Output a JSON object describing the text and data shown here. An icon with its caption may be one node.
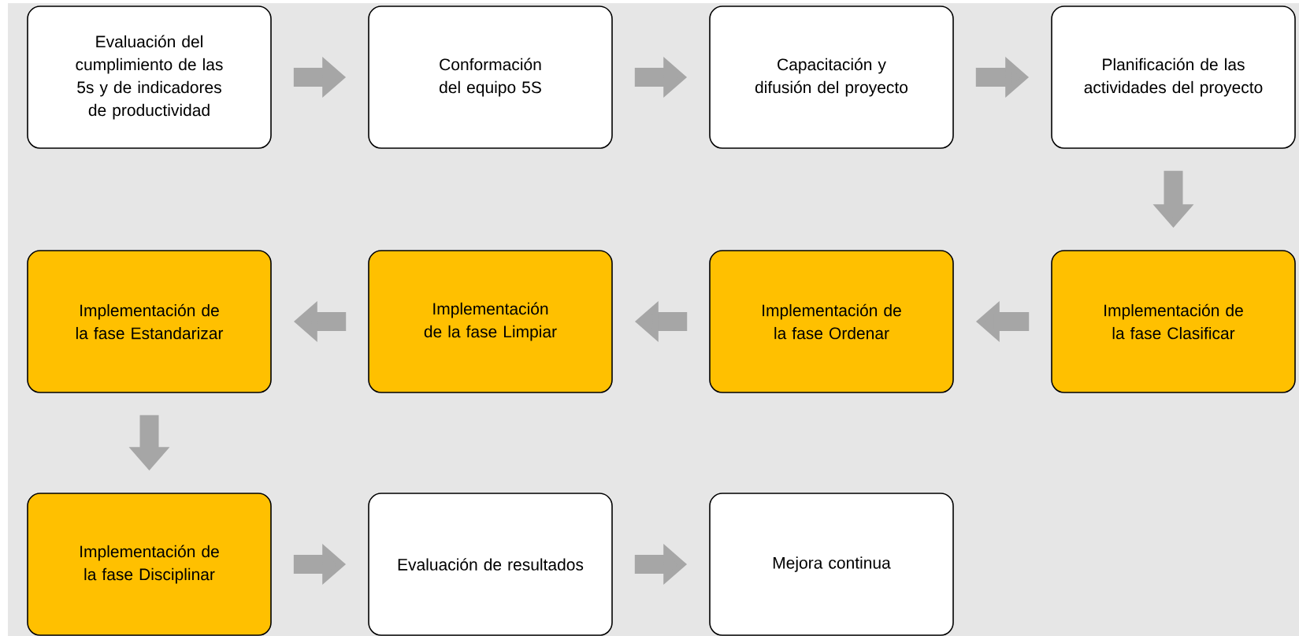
{
  "diagram": {
    "nodes": [
      {
        "text": [
          "Evaluación del cumplimiento de las 5s y de indicadores de productividad"
        ]
      },
      {
        "text": [
          "Conformación del equipo 5S"
        ]
      },
      {
        "text": [
          "Capacitación y difusión del proyecto"
        ]
      },
      {
        "text": [
          "Planificación de las actividades del proyecto"
        ]
      },
      {
        "text": [
          "Implementación de la fase Estandarizar"
        ]
      },
      {
        "text": [
          "Implementación de la fase Limpiar"
        ]
      },
      {
        "text": [
          "Implementación de la fase Ordenar"
        ]
      },
      {
        "text": [
          "Implementación de la fase Clasificar"
        ]
      },
      {
        "text": [
          "Implementación de la fase Disciplinar"
        ]
      },
      {
        "text": [
          "Evaluación de resultados"
        ]
      },
      {
        "text": [
          "Mejora continua"
        ]
      }
    ],
    "edges": [
      {
        "from": 0,
        "to": 1,
        "arrow": "to"
      },
      {
        "from": 1,
        "to": 2,
        "arrow": "to"
      },
      {
        "from": 2,
        "to": 3,
        "arrow": "to"
      },
      {
        "from": 3,
        "to": 7,
        "arrow": "to"
      },
      {
        "from": 7,
        "to": 6,
        "arrow": "to"
      },
      {
        "from": 6,
        "to": 5,
        "arrow": "to"
      },
      {
        "from": 5,
        "to": 4,
        "arrow": "to"
      },
      {
        "from": 4,
        "to": 8,
        "arrow": "to"
      },
      {
        "from": 8,
        "to": 9,
        "arrow": "to"
      },
      {
        "from": 9,
        "to": 10,
        "arrow": "to"
      }
    ]
  }
}
